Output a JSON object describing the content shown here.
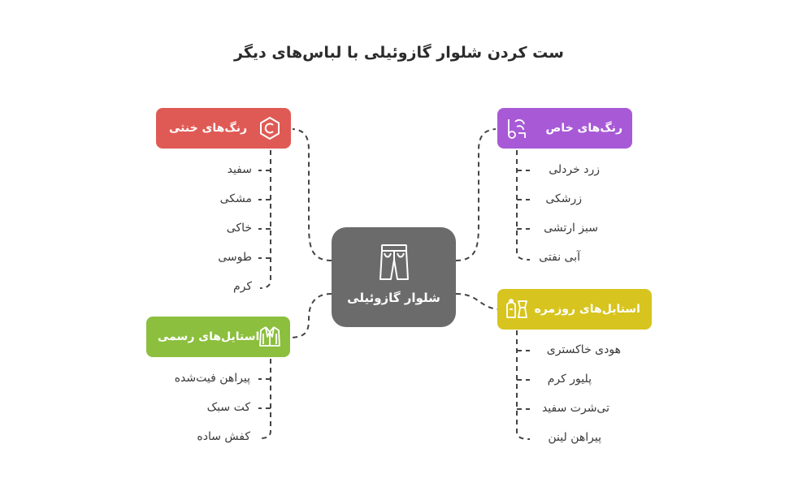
{
  "title": "ست کردن شلوار گازوئیلی با لباس‌های دیگر",
  "center": {
    "label": "شلوار گازوئیلی",
    "icon": "pants-icon"
  },
  "branches": {
    "neutral": {
      "label": "رنگ‌های خنثی",
      "color": "#e05a55",
      "icon": "copyright-hexagon-icon",
      "items": [
        "سفید",
        "مشکی",
        "خاکی",
        "طوسی",
        "کرم"
      ]
    },
    "special": {
      "label": "رنگ‌های خاص",
      "color": "#a85ad6",
      "icon": "colorful-brush-icon",
      "items": [
        "زرد خردلی",
        "زرشکی",
        "سبز ارتشی",
        "آبی نفتی"
      ]
    },
    "formal": {
      "label": "استایل‌های رسمی",
      "color": "#8bbf3d",
      "icon": "suit-jacket-icon",
      "items": [
        "پیراهن فیت‌شده",
        "کت سبک",
        "کفش ساده"
      ]
    },
    "casual": {
      "label": "استایل‌های روزمره",
      "color": "#d7c41f",
      "icon": "casual-outfit-icon",
      "items": [
        "هودی خاکستری",
        "پلیور کرم",
        "تی‌شرت سفید",
        "پیراهن لینن"
      ]
    }
  },
  "colors": {
    "center": "#6b6b6b",
    "connector": "#444444"
  }
}
